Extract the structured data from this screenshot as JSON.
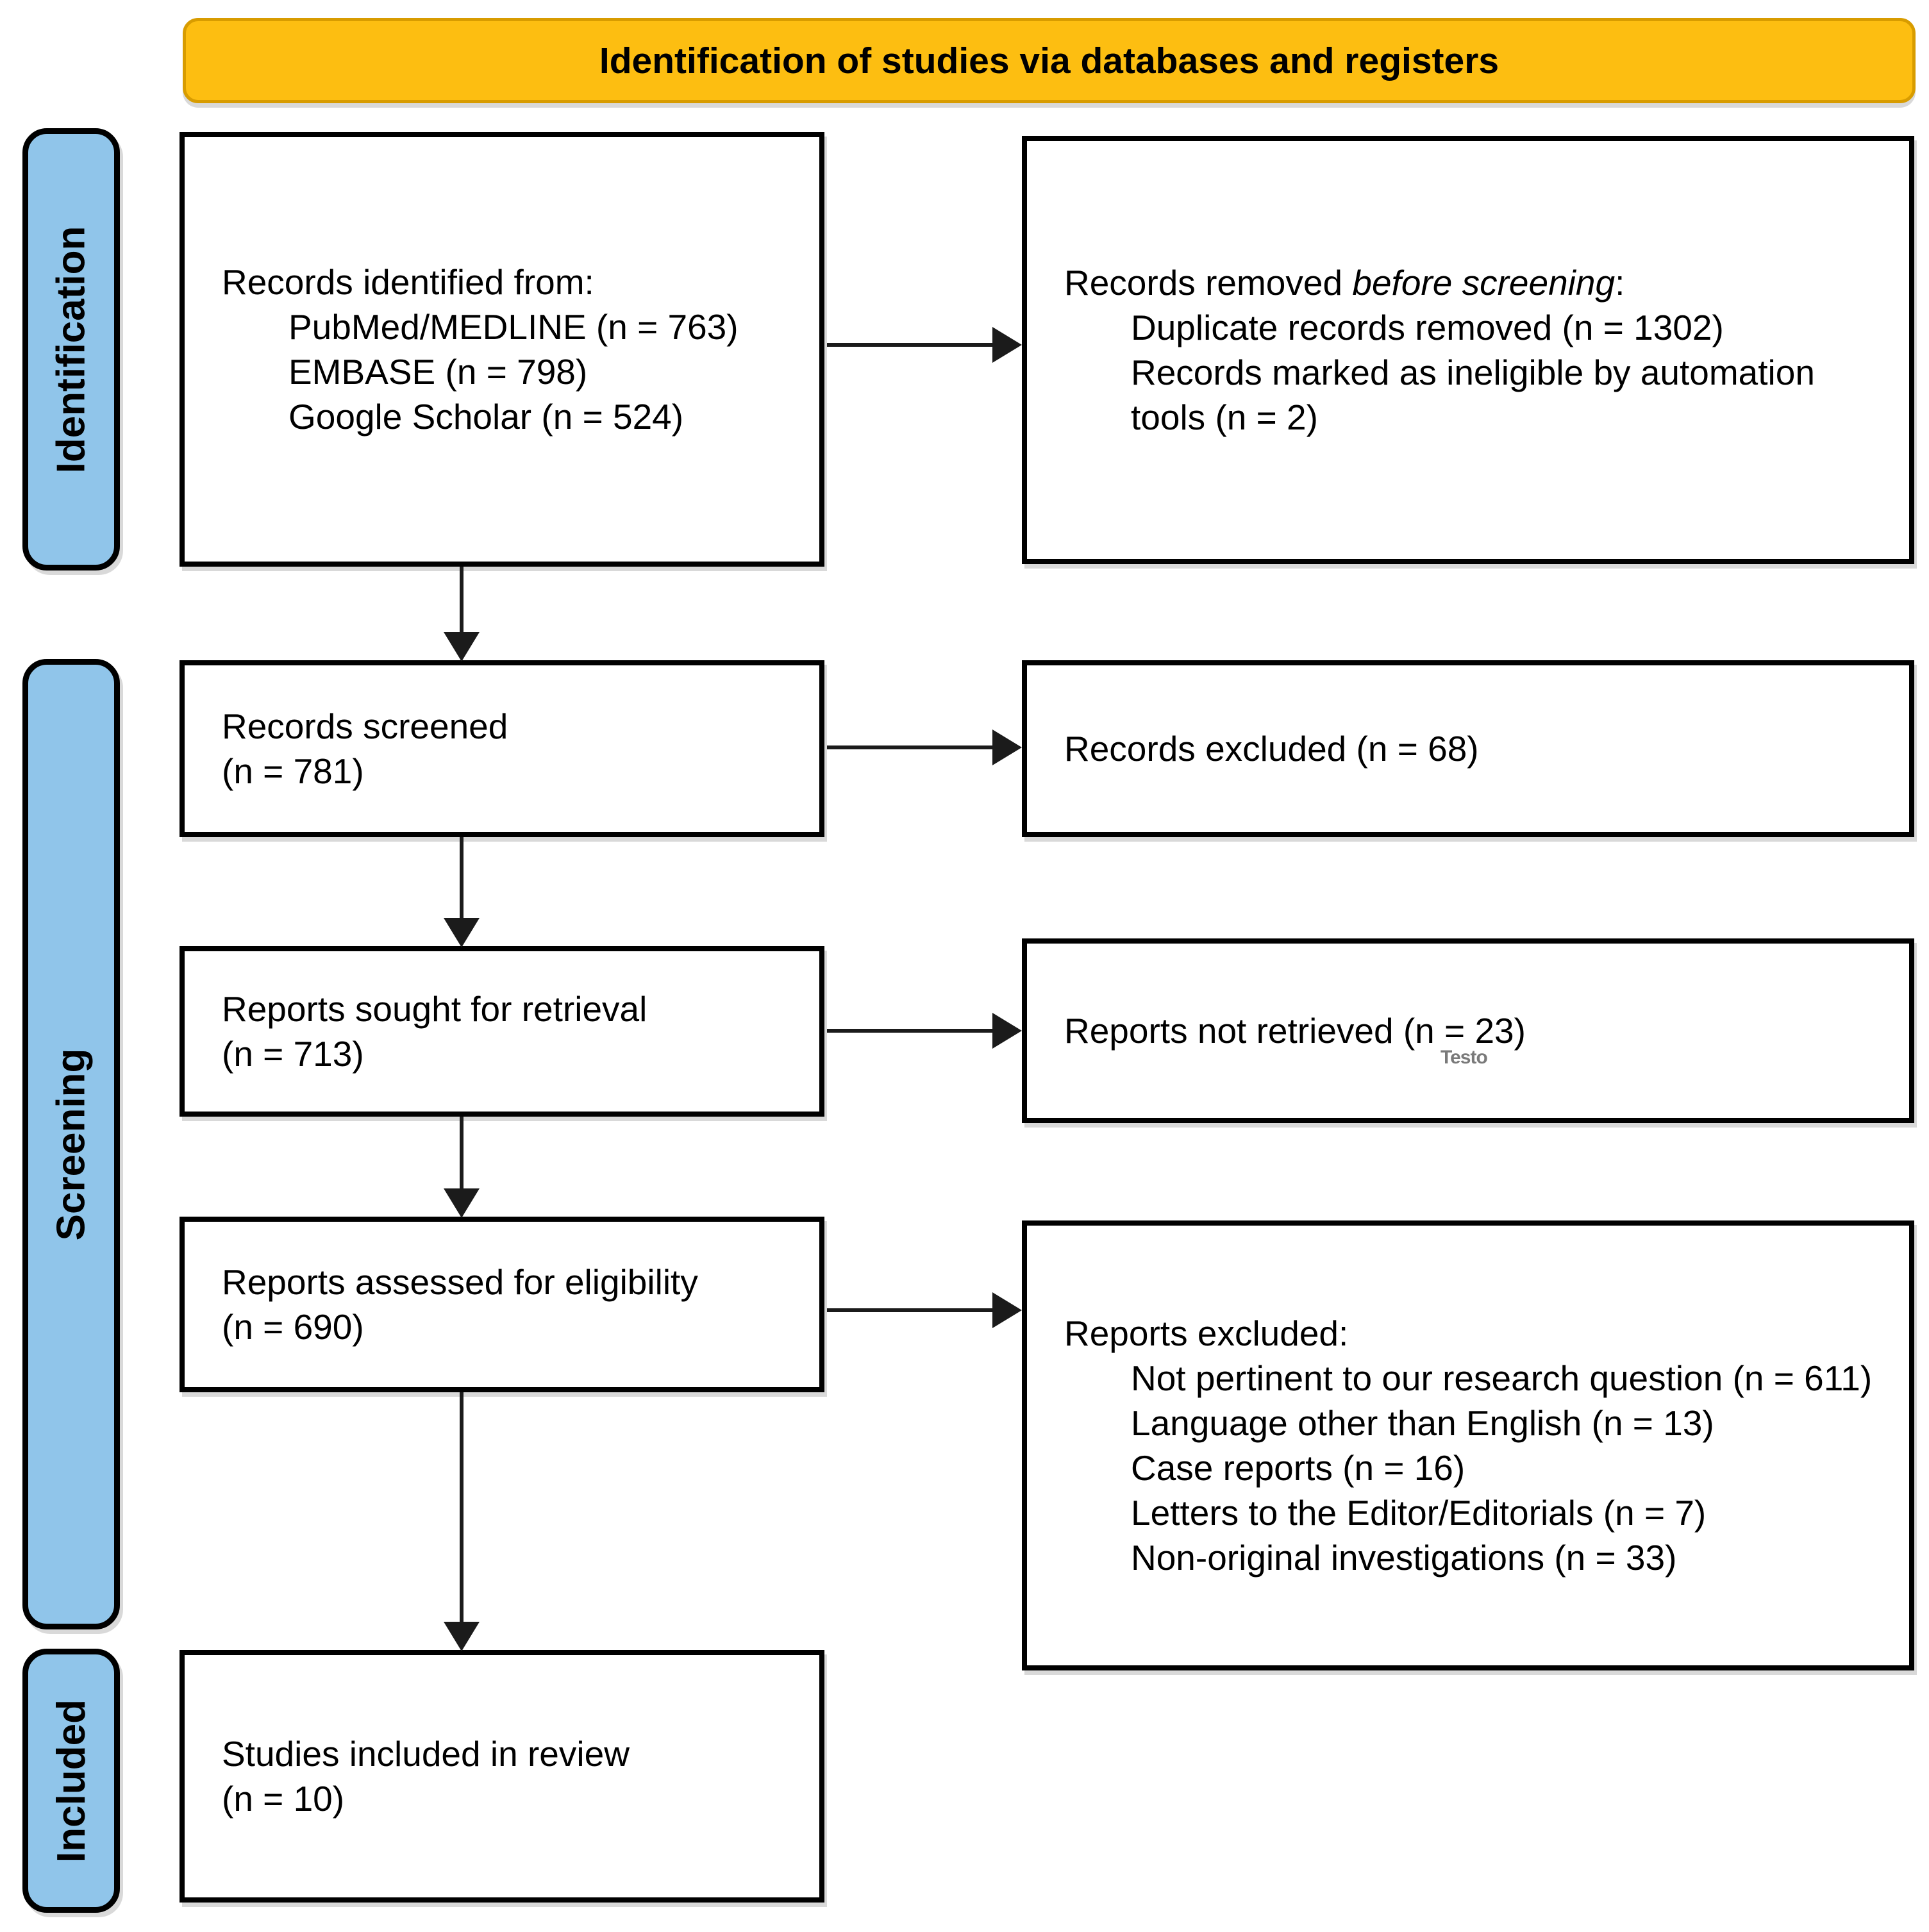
{
  "header": {
    "title": "Identification of studies via databases and registers"
  },
  "sidebar": {
    "identification": "Identification",
    "screening": "Screening",
    "included": "Included"
  },
  "colors": {
    "header_fill": "#FDBE11",
    "header_border": "#D89C00",
    "sidebar_fill": "#90C5EA",
    "box_border": "#000000",
    "arrow": "#1B1B1B"
  },
  "boxes": {
    "records_identified": {
      "heading": "Records identified from:",
      "items": [
        "PubMed/MEDLINE (n = 763)",
        "EMBASE (n = 798)",
        "Google Scholar (n = 524)"
      ]
    },
    "records_removed": {
      "heading_prefix": "Records removed ",
      "heading_italic": "before screening",
      "heading_suffix": ":",
      "items": [
        "Duplicate records removed (n = 1302)",
        "Records marked as ineligible by automation tools (n = 2)"
      ]
    },
    "records_screened": {
      "line1": "Records screened",
      "line2": "(n = 781)"
    },
    "records_excluded": {
      "line1": "Records excluded (n = 68)"
    },
    "reports_sought": {
      "line1": "Reports sought for retrieval",
      "line2": "(n = 713)"
    },
    "reports_not_retrieved": {
      "line1": "Reports not retrieved (n = 23)",
      "artifact": "Testo"
    },
    "reports_assessed": {
      "line1": "Reports assessed for eligibility",
      "line2": "(n = 690)"
    },
    "reports_excluded": {
      "heading": "Reports excluded:",
      "items": [
        "Not pertinent to our research question (n = 611)",
        "Language other than English (n = 13)",
        "Case reports (n = 16)",
        "Letters to the Editor/Editorials (n = 7)",
        "Non-original investigations (n = 33)"
      ]
    },
    "studies_included": {
      "line1": "Studies included in review",
      "line2": "(n = 10)"
    }
  }
}
